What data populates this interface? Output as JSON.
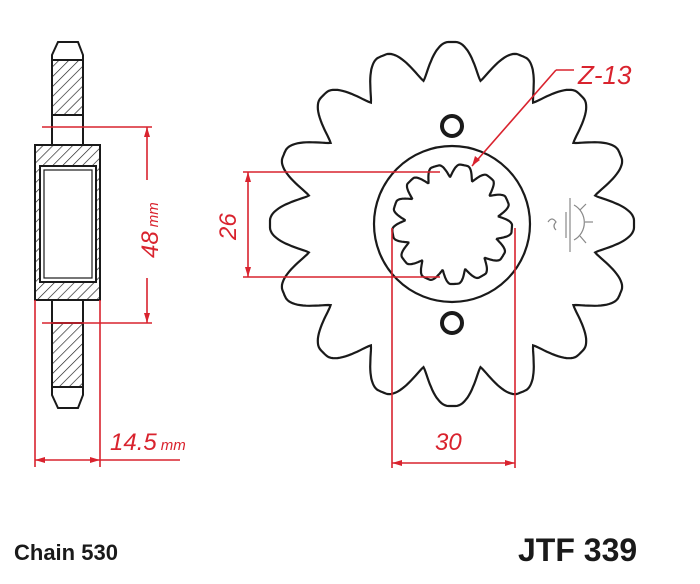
{
  "drawing": {
    "spline_label": "Z-13",
    "dim_inner": "26",
    "dim_outer": "30",
    "dim_hub": "48",
    "dim_hub_unit": "mm",
    "dim_width": "14.5",
    "dim_width_unit": "mm",
    "tooth_count": 16,
    "spline_count": 13
  },
  "footer": {
    "chain": "Chain 530",
    "part_number": "JTF 339"
  },
  "colors": {
    "dimension": "#d9232e",
    "outline": "#1a1a1a"
  }
}
